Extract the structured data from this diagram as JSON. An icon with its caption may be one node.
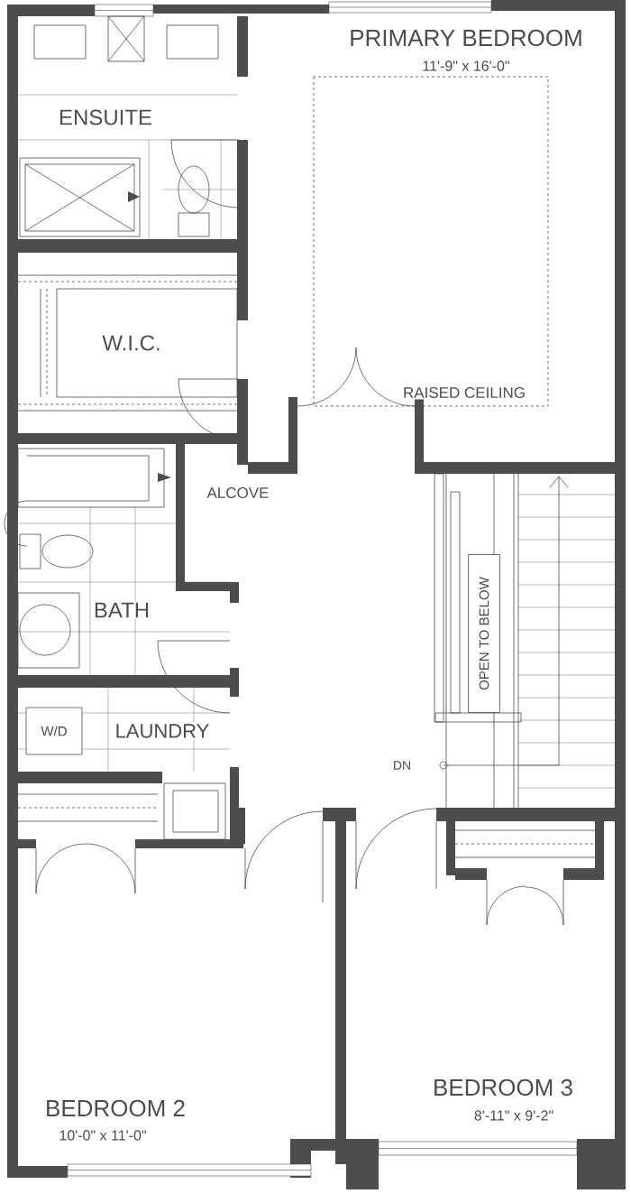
{
  "diagram": {
    "nodes": [
      {
        "text": [
          "OPEN TO BELOW"
        ]
      },
      {
        "text": [
          "W/D"
        ]
      }
    ],
    "labels": [
      "PRIMARY BEDROOM",
      "11'-9\" x 16'-0\"",
      "ENSUITE",
      "W.I.C.",
      "RAISED CEILING",
      "ALCOVE",
      "BATH",
      "LAUNDRY",
      "DN",
      "BEDROOM 3",
      "8'-11\" x 9'-2\"",
      "BEDROOM 2",
      "10'-0\" x 11'-0\""
    ]
  }
}
